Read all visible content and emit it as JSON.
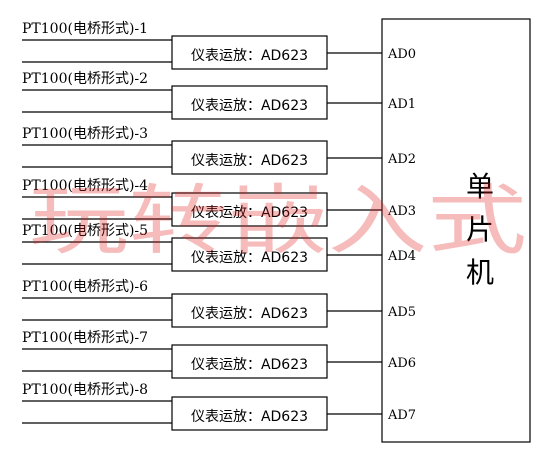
{
  "channels": [
    {
      "sensor_label": "PT100(电桥形式)-1",
      "amp_label": "仪表运放：AD623",
      "port": "AD0"
    },
    {
      "sensor_label": "PT100(电桥形式)-2",
      "amp_label": "仪表运放：AD623",
      "port": "AD1"
    },
    {
      "sensor_label": "PT100(电桥形式)-3",
      "amp_label": "仪表运放：AD623",
      "port": "AD2"
    },
    {
      "sensor_label": "PT100(电桥形式)-4",
      "amp_label": "仪表运放：AD623",
      "port": "AD3"
    },
    {
      "sensor_label": "PT100(电桥形式)-5",
      "amp_label": "仪表运放：AD623",
      "port": "AD4"
    },
    {
      "sensor_label": "PT100(电桥形式)-6",
      "amp_label": "仪表运放：AD623",
      "port": "AD5"
    },
    {
      "sensor_label": "PT100(电桥形式)-7",
      "amp_label": "仪表运放：AD623",
      "port": "AD6"
    },
    {
      "sensor_label": "PT100(电桥形式)-8",
      "amp_label": "仪表运放：AD623",
      "port": "AD7"
    }
  ],
  "mcu": {
    "chars": [
      "单",
      "片",
      "机"
    ]
  },
  "watermark": "玩转嵌入式",
  "colors": {
    "line": "#000000",
    "watermark": "#e22020"
  }
}
